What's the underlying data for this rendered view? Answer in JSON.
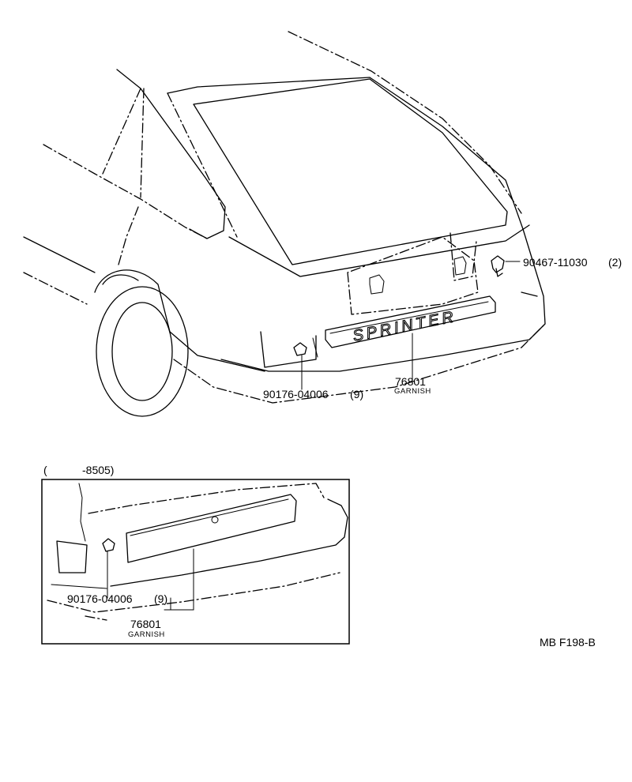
{
  "main_view": {
    "emblem_text": "SPRINTER",
    "parts": [
      {
        "part_no": "90467-11030",
        "qty": "(2)"
      },
      {
        "part_no": "76801",
        "name": "GARNISH"
      },
      {
        "part_no": "90176-04006",
        "qty": "(9)"
      }
    ]
  },
  "inset_view": {
    "range_open": "(",
    "range_value": "-8505)",
    "parts": [
      {
        "part_no": "90176-04006",
        "qty": "(9)"
      },
      {
        "part_no": "76801",
        "name": "GARNISH"
      }
    ]
  },
  "figure_code": "MB F198-B"
}
